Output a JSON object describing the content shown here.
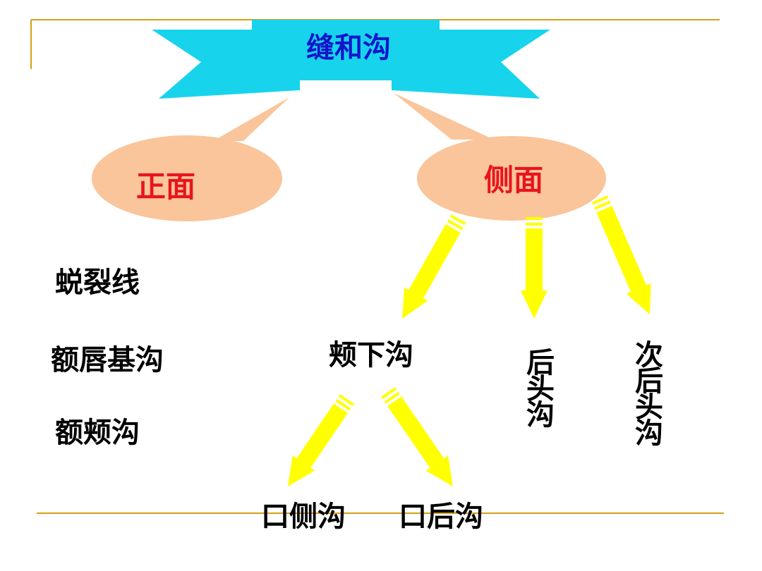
{
  "title": "缝和沟",
  "front": {
    "label": "正面",
    "items": [
      "蜕裂线",
      "额唇基沟",
      "额颊沟"
    ]
  },
  "side": {
    "label": "侧面",
    "children": [
      "颊下沟",
      "后头沟",
      "次后头沟"
    ]
  },
  "subgena": {
    "children": [
      "口侧沟",
      "口后沟"
    ]
  },
  "colors": {
    "frame": "#d4a017",
    "banner": "#17d4ec",
    "banner_fold": "#0fa8bc",
    "oval": "#fac59a",
    "arrow": "#ffff00",
    "title_text": "#1414cc",
    "oval_text": "#e8141e"
  }
}
